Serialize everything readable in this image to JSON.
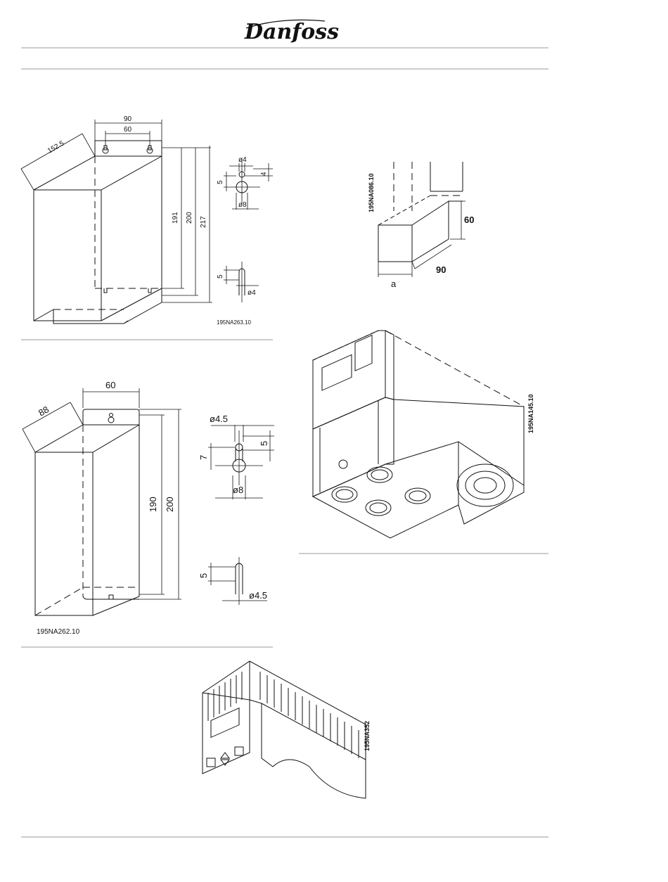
{
  "header": {
    "brand": "Danfoss"
  },
  "fig1": {
    "dims": {
      "w90": "90",
      "w60": "60",
      "depth": "152.5",
      "h191": "191",
      "h200": "200",
      "h217": "217"
    },
    "keyhole": {
      "d4": "ø4",
      "gap4": "4",
      "h5": "5",
      "d8": "ø8"
    },
    "slot": {
      "h5": "5",
      "d4": "ø4"
    },
    "ref": "195NA263.10"
  },
  "fig2": {
    "ref": "195NA086.10",
    "dim60": "60",
    "dim90": "90",
    "dima": "a"
  },
  "fig3": {
    "dims": {
      "w60": "60",
      "depth": "88",
      "h190": "190",
      "h200": "200"
    },
    "keyhole": {
      "d45": "ø4.5",
      "h5": "5",
      "h7": "7",
      "d8": "ø8"
    },
    "slot": {
      "h5": "5",
      "d45": "ø4.5"
    },
    "ref": "195NA262.10"
  },
  "fig4": {
    "ref": "195NA145.10"
  },
  "fig5": {
    "ref": "195NA352"
  }
}
